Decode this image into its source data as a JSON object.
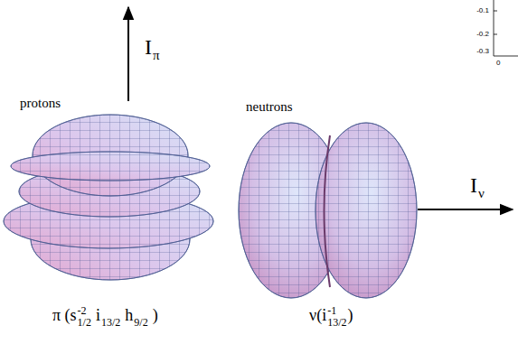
{
  "diagram": {
    "labels": [
      "-0.1",
      "-0.2",
      "-0.3",
      "0",
      "protons",
      "neutrons",
      "I",
      "π",
      "I",
      "ν",
      "π (s",
      "1/2",
      "-2",
      "i",
      "13/2",
      "h",
      "9/2",
      ")",
      "ν(i",
      "13/2",
      "-1",
      ")"
    ]
  }
}
